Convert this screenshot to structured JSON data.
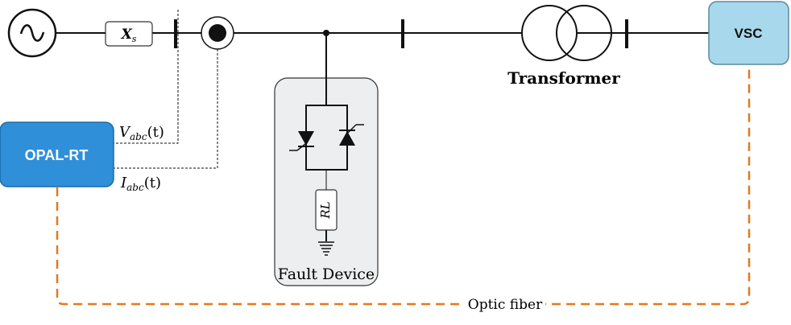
{
  "diagram": {
    "reactance_label": {
      "symbol": "X",
      "subscript": "s"
    },
    "voltage_label": {
      "symbol": "V",
      "subscript": "abc",
      "suffix": "(t)"
    },
    "current_label": {
      "symbol": "I",
      "subscript": "abc",
      "suffix": "(t)"
    },
    "opal_label": "OPAL-RT",
    "vsc_label": "VSC",
    "transformer_label": "Transformer",
    "fault_device_label": "Fault Device",
    "rl_label": "RL",
    "fiber_label": "Optic fiber"
  },
  "colors": {
    "line": "#111111",
    "opal_fill": "#2f8fd8",
    "opal_stroke": "#1f6ca8",
    "vsc_fill": "#a8d8ec",
    "vsc_stroke": "#5b8aa0",
    "fault_fill": "#eceeef",
    "fiber": "#e07a1f"
  }
}
